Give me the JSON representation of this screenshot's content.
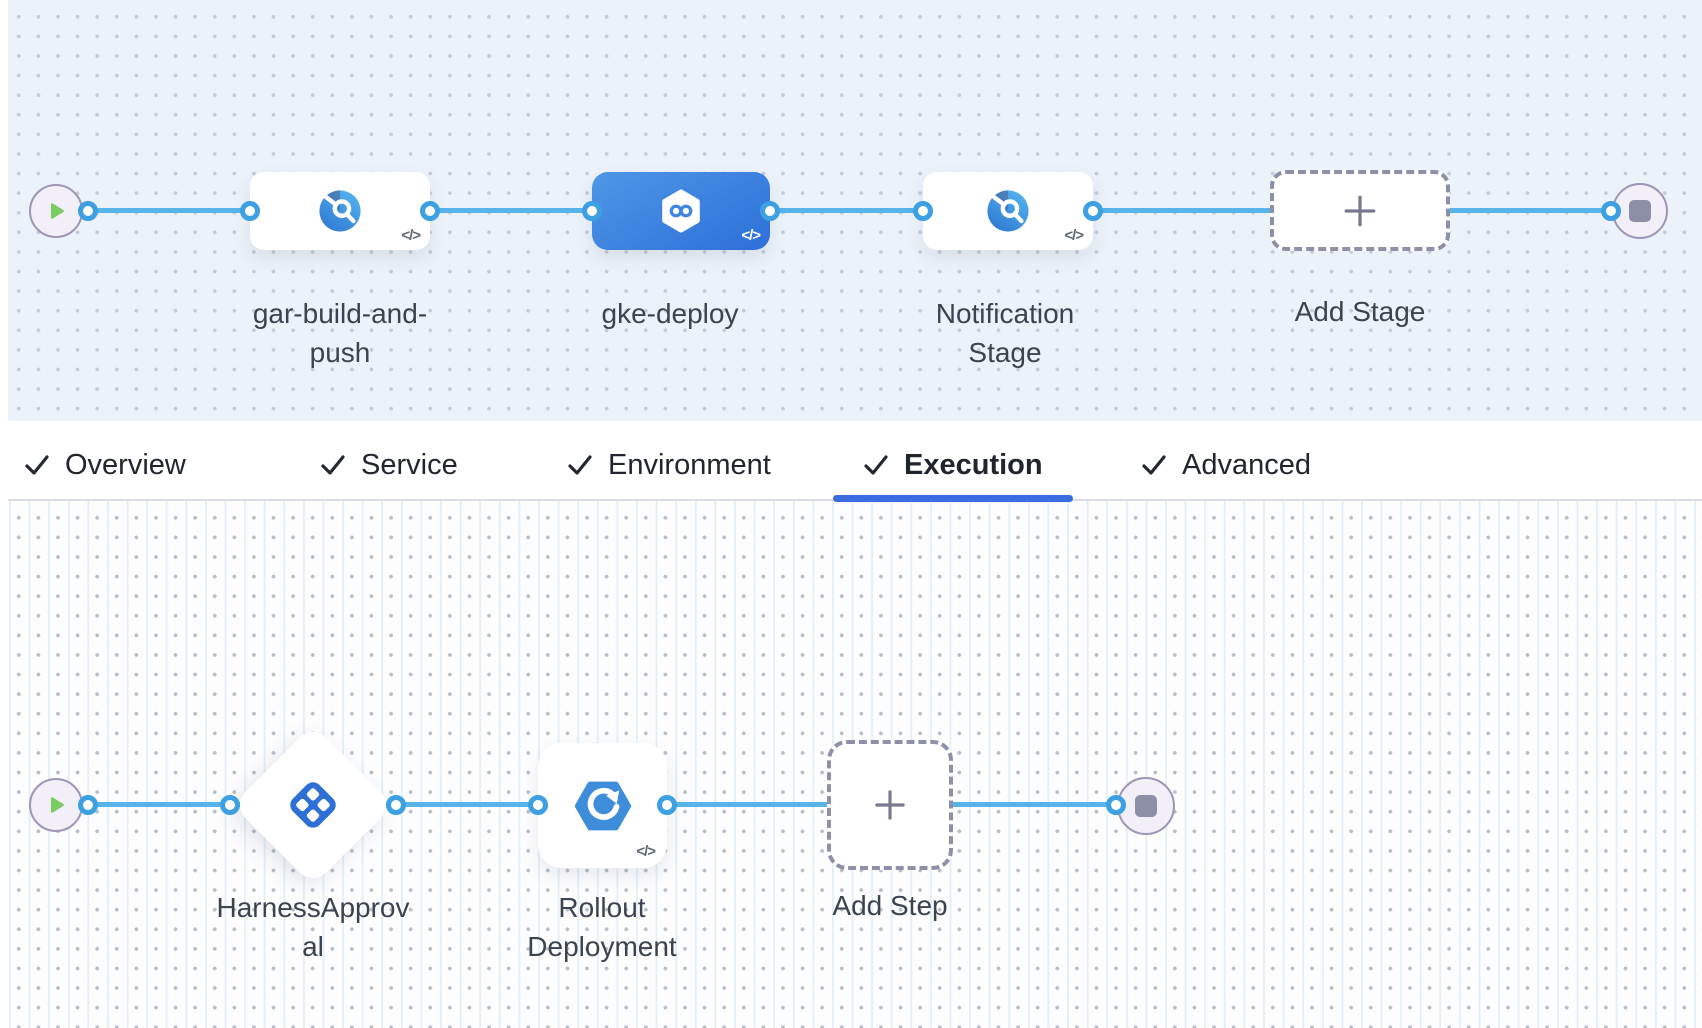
{
  "colors": {
    "connector_blue": "#57b4e9",
    "port_ring_blue": "#3da0e3",
    "selected_stage_gradient_start": "#4e97e6",
    "selected_stage_gradient_end": "#2d6fd9",
    "active_tab_underline": "#3a6ce2",
    "canvas_top_bg": "#ebf2f9",
    "node_label_color": "#3c4350"
  },
  "stage_canvas": {
    "stages": [
      {
        "label": "gar-build-and-push",
        "icon": "custom-stage-icon",
        "selected": false,
        "code_badge": "</>"
      },
      {
        "label": "gke-deploy",
        "icon": "deploy-stage-icon",
        "selected": true,
        "code_badge": "</>"
      },
      {
        "label": "Notification Stage",
        "icon": "custom-stage-icon",
        "selected": false,
        "code_badge": "</>"
      }
    ],
    "add_stage_label": "Add Stage"
  },
  "tabs": {
    "items": [
      {
        "label": "Overview",
        "checked": true,
        "active": false
      },
      {
        "label": "Service",
        "checked": true,
        "active": false
      },
      {
        "label": "Environment",
        "checked": true,
        "active": false
      },
      {
        "label": "Execution",
        "checked": true,
        "active": true
      },
      {
        "label": "Advanced",
        "checked": true,
        "active": false
      }
    ]
  },
  "step_canvas": {
    "steps": [
      {
        "label": "HarnessApproval",
        "icon": "approval-icon",
        "shape": "diamond"
      },
      {
        "label": "Rollout Deployment",
        "icon": "gke-rollout-icon",
        "shape": "card",
        "code_badge": "</>"
      }
    ],
    "add_step_label": "Add Step"
  }
}
